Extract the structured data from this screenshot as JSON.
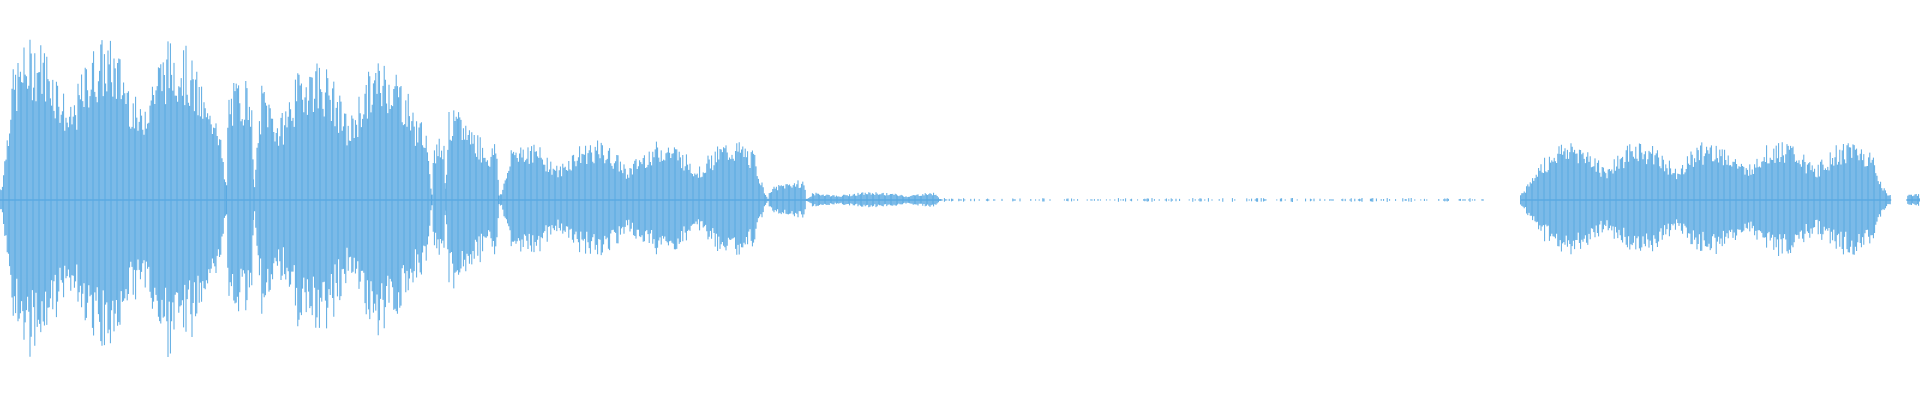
{
  "waveform": {
    "color": "#5aa9e2",
    "background": "#ffffff",
    "segments": [
      {
        "start": 0.0,
        "end": 0.118,
        "peak": 0.82,
        "style": "dense"
      },
      {
        "start": 0.118,
        "end": 0.132,
        "peak": 0.62,
        "style": "dense"
      },
      {
        "start": 0.132,
        "end": 0.225,
        "peak": 0.72,
        "style": "dense"
      },
      {
        "start": 0.225,
        "end": 0.232,
        "peak": 0.35,
        "style": "dense"
      },
      {
        "start": 0.232,
        "end": 0.26,
        "peak": 0.45,
        "style": "dense"
      },
      {
        "start": 0.26,
        "end": 0.4,
        "peak": 0.3,
        "style": "dense"
      },
      {
        "start": 0.4,
        "end": 0.42,
        "peak": 0.1,
        "style": "dense"
      },
      {
        "start": 0.42,
        "end": 0.49,
        "peak": 0.04,
        "style": "dense"
      },
      {
        "start": 0.49,
        "end": 0.775,
        "peak": 0.01,
        "style": "sparse"
      },
      {
        "start": 0.792,
        "end": 0.985,
        "peak": 0.3,
        "style": "dense"
      },
      {
        "start": 0.993,
        "end": 1.0,
        "peak": 0.03,
        "style": "dense"
      }
    ]
  }
}
